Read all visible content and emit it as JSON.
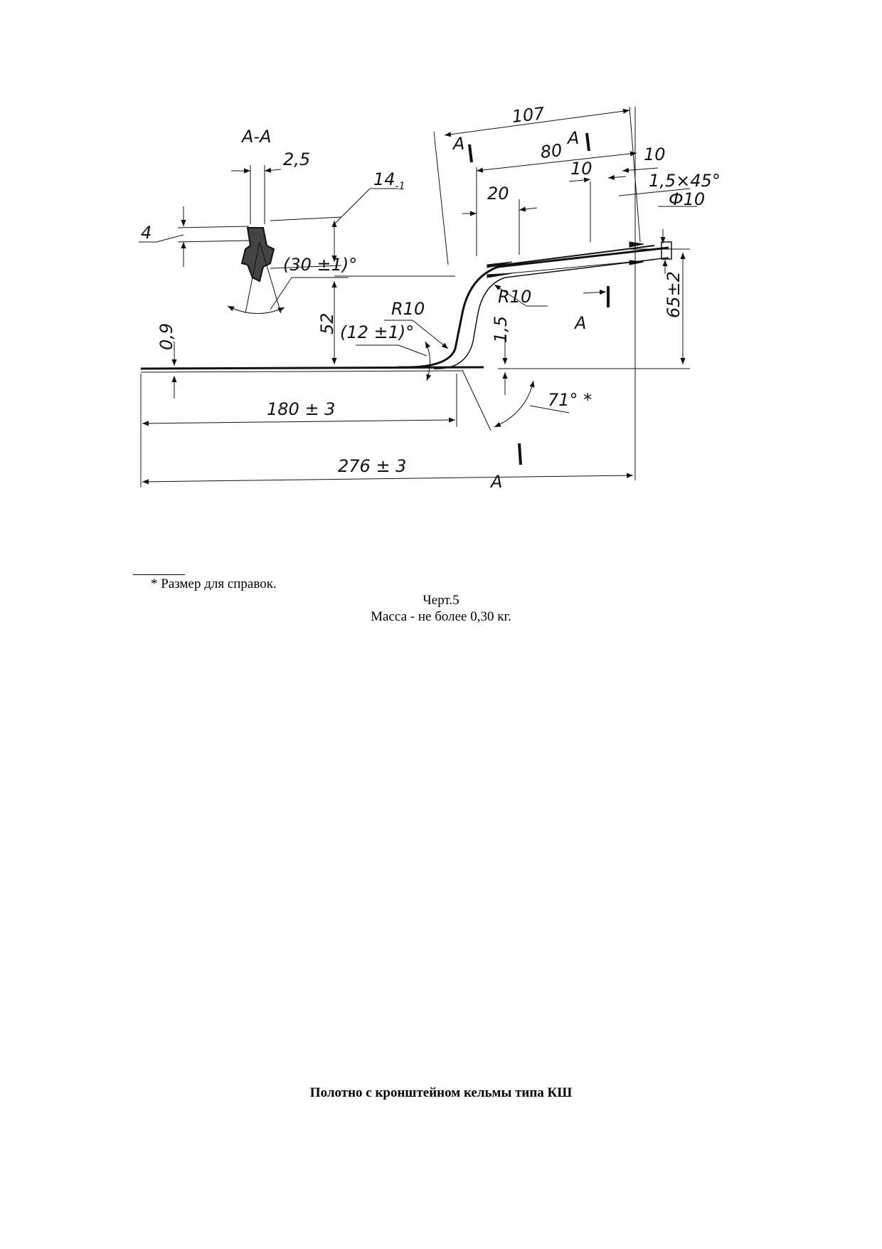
{
  "drawing": {
    "section_label": "А-А",
    "cut_letter": "А",
    "dims": {
      "d_2_5": "2,5",
      "d_14": "14",
      "d_14_sub": "-1",
      "d_4": "4",
      "d_30": "(30  ±1)°",
      "d_107": "107",
      "d_80": "80",
      "d_10a": "10",
      "d_10b": "10",
      "d_chamfer": "1,5×45°",
      "d_phi": "Ф10",
      "d_20": "20",
      "d_r10a": "R10",
      "d_r10b": "R10",
      "d_52": "52",
      "d_12": "(12 ±1)°",
      "d_1_5": "1,5",
      "d_65": "65±2",
      "d_0_9": "0,9",
      "d_71": "71° *",
      "d_180": "180 ± 3",
      "d_276": "276 ± 3"
    }
  },
  "footnote": "* Размер для справок.",
  "caption_drawing": "Черт.5",
  "caption_mass": "Масса - не более 0,30 кг.",
  "heading": "Полотно с кронштейном кельмы типа КШ"
}
